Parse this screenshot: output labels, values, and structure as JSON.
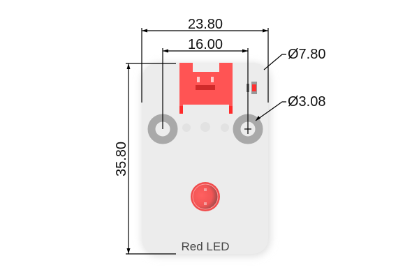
{
  "drawing": {
    "module_label": "Red LED",
    "dimensions": {
      "board_width": "23.80",
      "hole_spacing": "16.00",
      "board_height": "35.80",
      "pad_diameter": "Ø7.80",
      "hole_diameter": "Ø3.08"
    },
    "colors": {
      "board": "#ececec",
      "connector": "#ff5454",
      "pad": "#a9a9a9",
      "led": "#ff5a5a"
    }
  }
}
